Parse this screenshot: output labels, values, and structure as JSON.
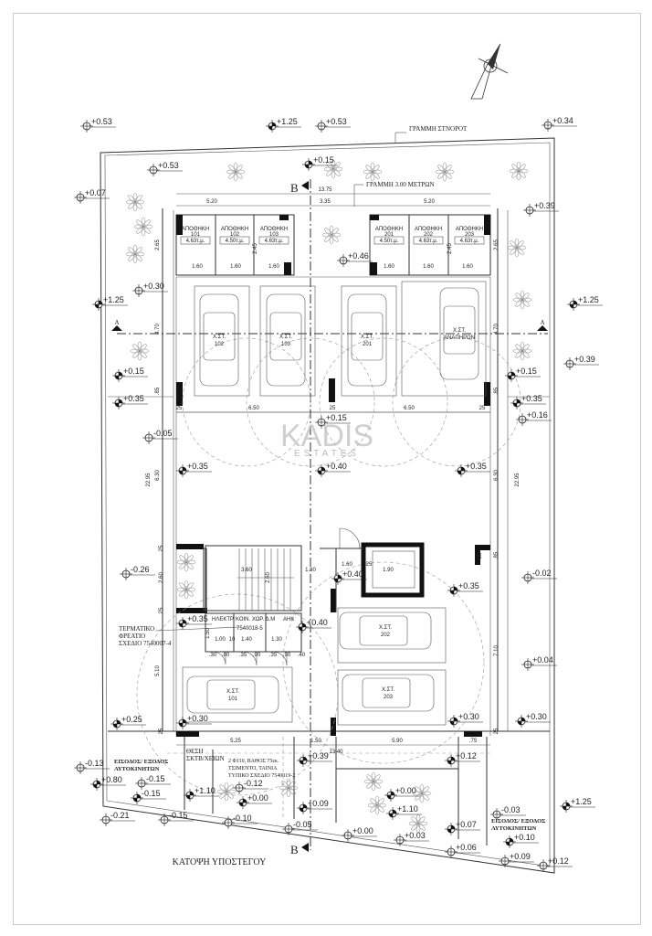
{
  "drawing": {
    "title": "ΚΑΤΟΨΗ ΥΠΟΣΤΕΓΟΥ",
    "boundary_label": "ΓΡΑΜΜΗ ΣΤΝΟΡΟΤ",
    "setback_label": "ΓΡΑΜΜΗ 3.00 ΜΕΤΡΩΝ",
    "section_a": "A",
    "section_b": "B",
    "watermark_main": "KADIS",
    "watermark_sub": "ESTATES"
  },
  "storage_rooms": [
    {
      "name": "ΑΠΟΘΗΚΗ",
      "number": "101",
      "area": "4.63τ.μ."
    },
    {
      "name": "ΑΠΟΘΗΚΗ",
      "number": "102",
      "area": "4.50τ.μ."
    },
    {
      "name": "ΑΠΟΘΗΚΗ",
      "number": "103",
      "area": "4.63τ.μ."
    },
    {
      "name": "ΑΠΟΘΗΚΗ",
      "number": "201",
      "area": "4.50τ.μ."
    },
    {
      "name": "ΑΠΟΘΗΚΗ",
      "number": "202",
      "area": "4.63τ.μ."
    },
    {
      "name": "ΑΠΟΘΗΚΗ",
      "number": "203",
      "area": "4.63τ.μ."
    }
  ],
  "parking": [
    {
      "label": "Χ.ΣΤ.",
      "number": "102"
    },
    {
      "label": "Χ.ΣΤ.",
      "number": "103"
    },
    {
      "label": "Χ.ΣΤ.",
      "number": "201"
    },
    {
      "label": "Χ.ΣΤ.",
      "number": "ΑΝΑΠΗΡΩΝ"
    },
    {
      "label": "Χ.ΣΤ.",
      "number": "202"
    },
    {
      "label": "Χ.ΣΤ.",
      "number": "203"
    },
    {
      "label": "Χ.ΣΤ.",
      "number": "101"
    }
  ],
  "service_rooms": [
    "ΗΛΕΚΤΡ",
    "ΚΟΙΝ. ΧΩΡ. Δ.Μ",
    "ΑΗΚ"
  ],
  "notes": {
    "manhole": [
      "ΤΕΡΜΑΤΙΚΟ",
      "ΦΡΕΑΤΙΟ",
      "ΣΧΕΔΙΟ 7540007-4"
    ],
    "common_ref": "7540018-5",
    "bins": [
      "ΘΕΣΗ",
      "ΣΚΤΒ/ΧΕΙΩΝ"
    ],
    "pipe": [
      "2 Φ110, ΒΑΘΟΣ 75εκ.",
      "ΤΣΙΜΕΝΤΟ, ΤΑΙΝΙΑ",
      "ΤΥΠΙΚΟ ΣΧΕΔΙΟ 7540019-2"
    ],
    "entrance_left": [
      "ΕΙΣΟΔΟΣ/ ΕΞΟΔΟΣ",
      "ΑΥΤΟΚΙΝΗΤΩΝ"
    ],
    "entrance_right": [
      "ΕΙΣΟΔΟΣ/ ΕΞΟΔΟΣ",
      "ΑΥΤΟΚΙΝΗΤΩΝ"
    ]
  },
  "dimensions": [
    "13.75",
    "5.20",
    "3.35",
    "5.20",
    "2.65",
    "2.65",
    "1.60",
    "1.60",
    "1.60",
    "1.60",
    "1.60",
    "1.60",
    "2.45",
    "2.45",
    "4.70",
    "4.70",
    ".85",
    ".85",
    "25",
    "6.50",
    "25",
    "6.50",
    "25",
    "22.95",
    "22.95",
    "6.30",
    "6.30",
    "25",
    "2.60",
    "25",
    "3.60",
    "2.60",
    "1.80",
    "1.60",
    "25",
    "1.90",
    ".85",
    "25",
    "1.50",
    "1.00",
    "10",
    "1.40",
    "1.30",
    ".30",
    ".80",
    ".35",
    ".90",
    ".35",
    ".90",
    ".40",
    "5.10",
    "7.10",
    "25",
    "25",
    "5.25",
    "1.50",
    "13.40",
    "5.90",
    ".75"
  ],
  "levels": [
    "+0.53",
    "+1.25",
    "+0.53",
    "+0.34",
    "+0.53",
    "+0.15",
    "+0.07",
    "+0.39",
    "+0.46",
    "+0.30",
    "+1.25",
    "+1.25",
    "+0.15",
    "+0.15",
    "+0.39",
    "+0.35",
    "+0.35",
    "+0.16",
    "+0.15",
    "-0.05",
    "+0.35",
    "+0.40",
    "+0.35",
    "-0.26",
    "+0.40",
    "-0.02",
    "+0.35",
    "+0.35",
    "+0.40",
    "+0.04",
    "+0.25",
    "+0.30",
    "+0.30",
    "+0.30",
    "+0.39",
    "+0.12",
    "-0.13",
    "+0.80",
    "-0.15",
    "-0.15",
    "+1.10",
    "-0.12",
    "+0.00",
    "+0.09",
    "+0.00",
    "+1.10",
    "-0.21",
    "-0.15",
    "-0.10",
    "-0.05",
    "+0.00",
    "+0.03",
    "+0.07",
    "-0.03",
    "+0.10",
    "+0.06",
    "+0.09",
    "+0.12",
    "+1.25"
  ]
}
